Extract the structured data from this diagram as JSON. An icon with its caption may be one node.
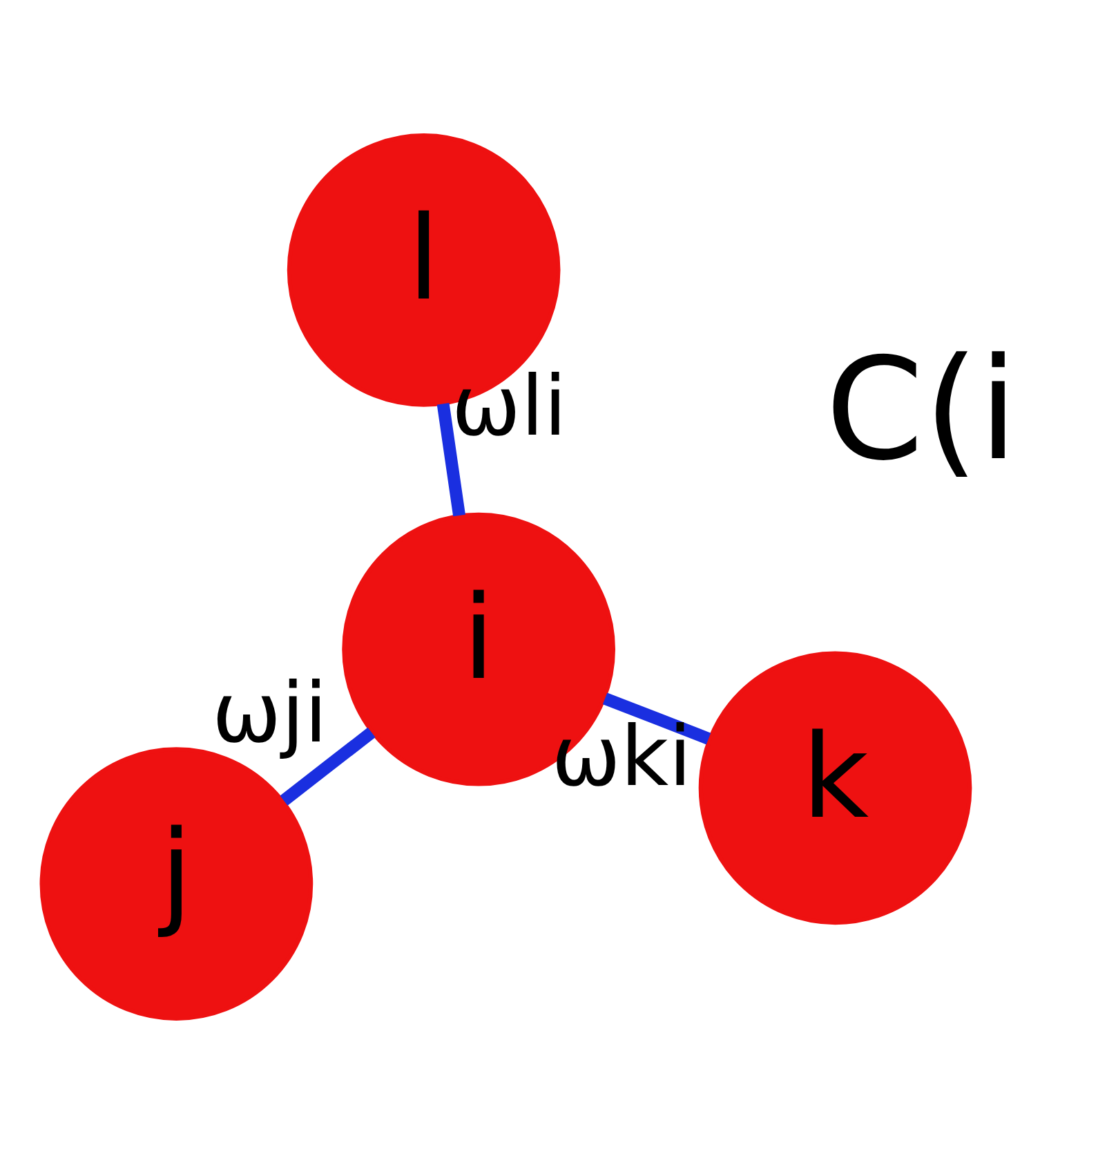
{
  "diagram": {
    "nodes": [
      {
        "text": [
          "j"
        ]
      },
      {
        "text": [
          "k"
        ]
      },
      {
        "text": [
          "i"
        ]
      },
      {
        "text": [
          "l"
        ]
      }
    ],
    "edges": [
      {
        "from": 0,
        "to": 2,
        "arrow": "none",
        "label": "ωji"
      },
      {
        "from": 1,
        "to": 2,
        "arrow": "none",
        "label": "ωki"
      },
      {
        "from": 3,
        "to": 2,
        "arrow": "none",
        "label": "ωli"
      }
    ],
    "labels": [
      "C(i"
    ]
  }
}
